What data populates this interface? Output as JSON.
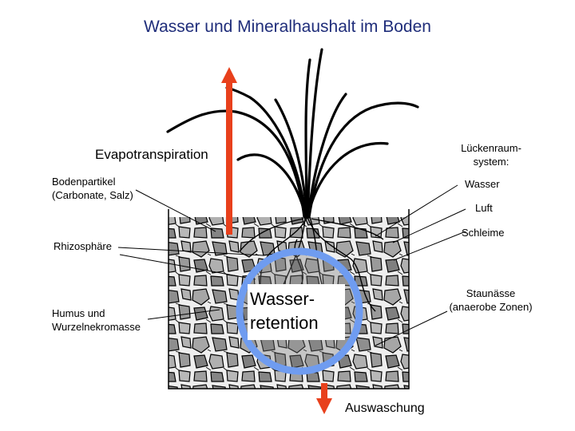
{
  "title": "Wasser und Mineralhaushalt im Boden",
  "labels": {
    "evapotranspiration": "Evapotranspiration",
    "bodenpartikel_line1": "Bodenpartikel",
    "bodenpartikel_line2": "(Carbonate, Salz)",
    "rhizosphaere": "Rhizosphäre",
    "humus_line1": "Humus und",
    "humus_line2": "Wurzelnekromasse",
    "lueckenraum_line1": "Lückenraum-",
    "lueckenraum_line2": "system:",
    "wasser": "Wasser",
    "luft": "Luft",
    "schleime": "Schleime",
    "staunaesse_line1": "Staunässe",
    "staunaesse_line2": "(anaerobe Zonen)",
    "wasserretention_line1": "Wasser-",
    "wasserretention_line2": "retention",
    "auswaschung": "Auswaschung"
  },
  "colors": {
    "title": "#1f2d7a",
    "arrow": "#e8401c",
    "retention_ring": "#6f9cf0",
    "soil_particle": "#a6a6a6"
  }
}
